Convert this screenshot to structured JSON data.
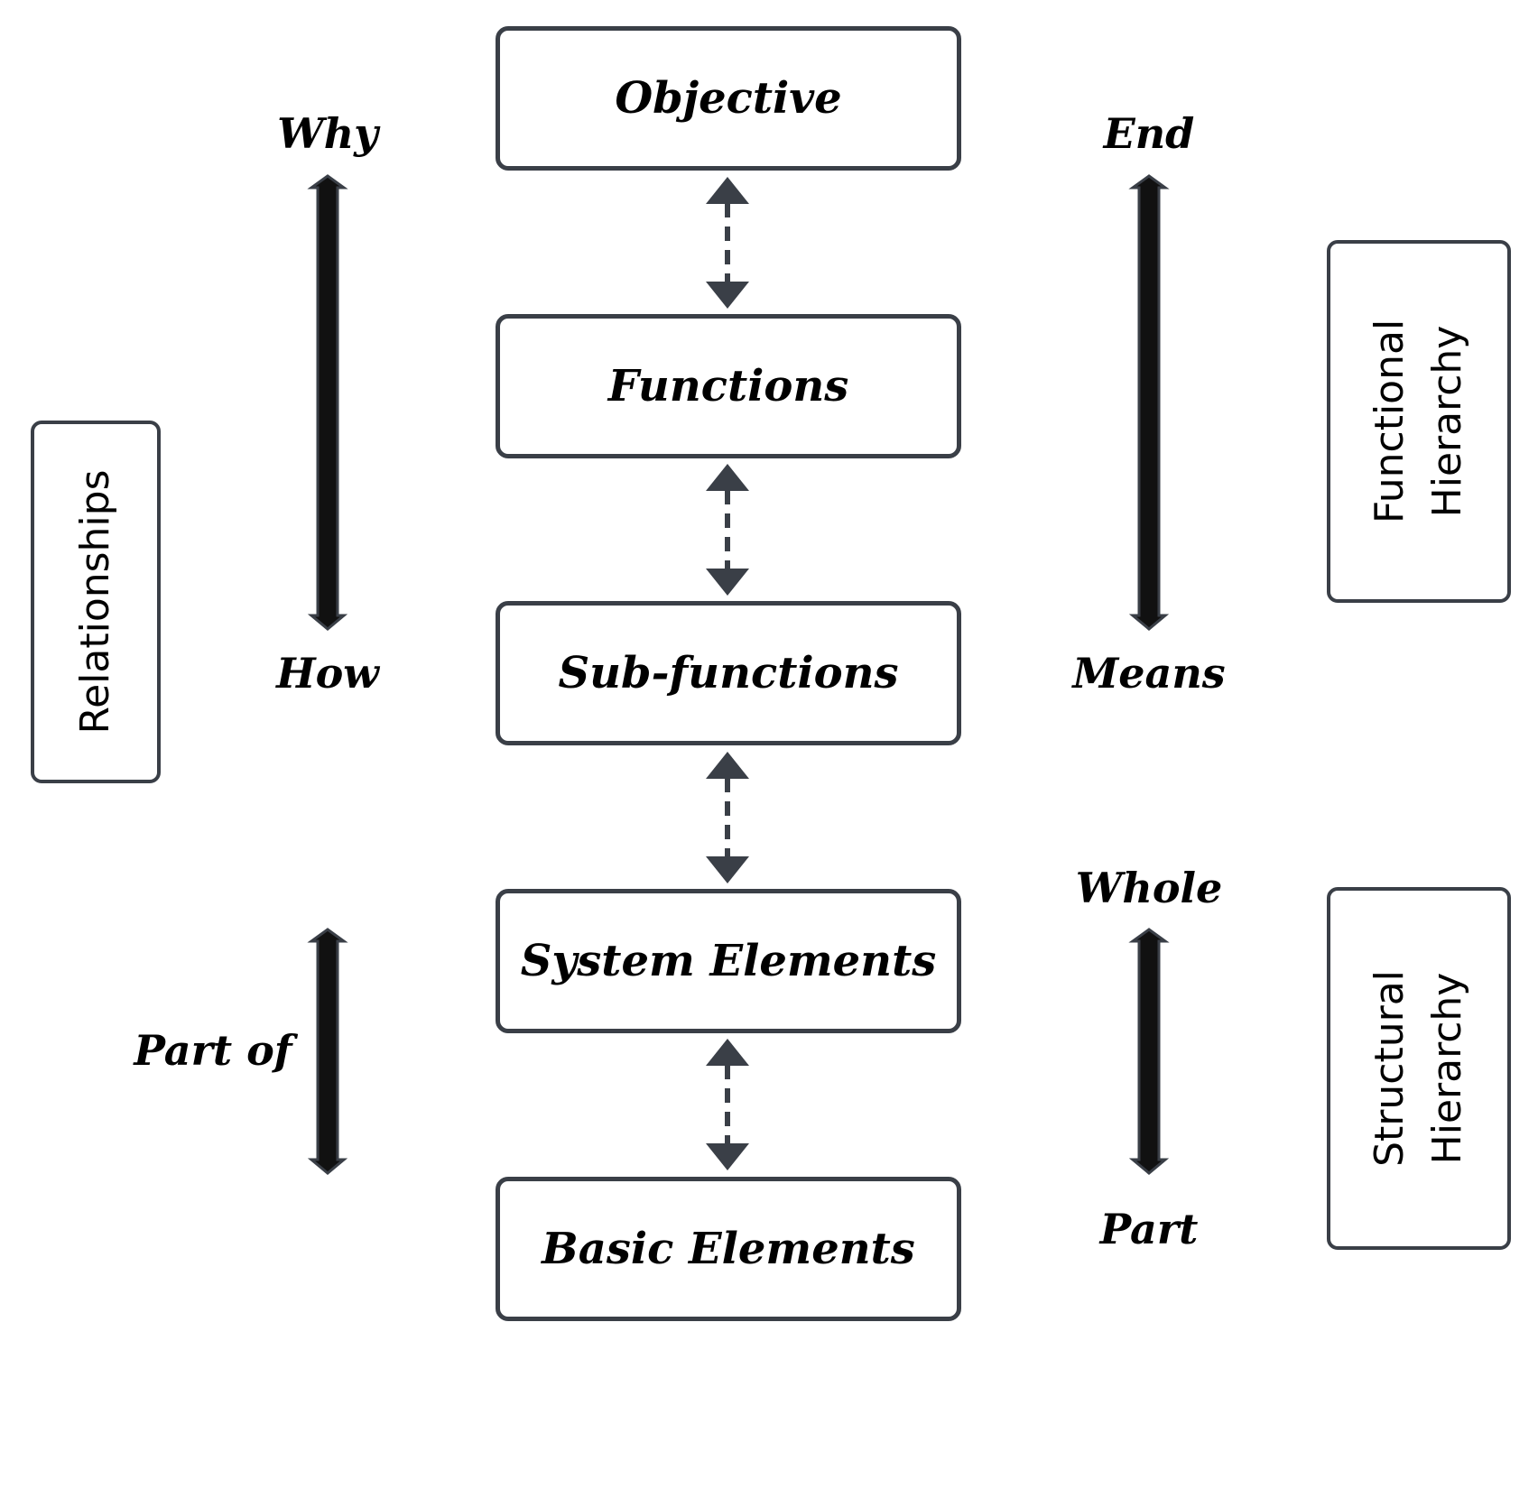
{
  "nodes": [
    {
      "label": "Objective"
    },
    {
      "label": "Functions"
    },
    {
      "label": "Sub-functions"
    },
    {
      "label": "System Elements"
    },
    {
      "label": "Basic Elements"
    }
  ],
  "left_labels": {
    "why": "Why",
    "how": "How",
    "part_of": "Part of"
  },
  "right_labels": {
    "end": "End",
    "means": "Means",
    "whole": "Whole",
    "part": "Part"
  },
  "side_panels": {
    "relationships": "Relationships",
    "functional_hierarchy": [
      "Functional",
      "Hierarchy"
    ],
    "structural_hierarchy": [
      "Structural",
      "Hierarchy"
    ]
  },
  "colors": {
    "box_border": "#3a3f47",
    "dashed_arrow": "#3a3f47",
    "solid_arrow": "#000000"
  }
}
